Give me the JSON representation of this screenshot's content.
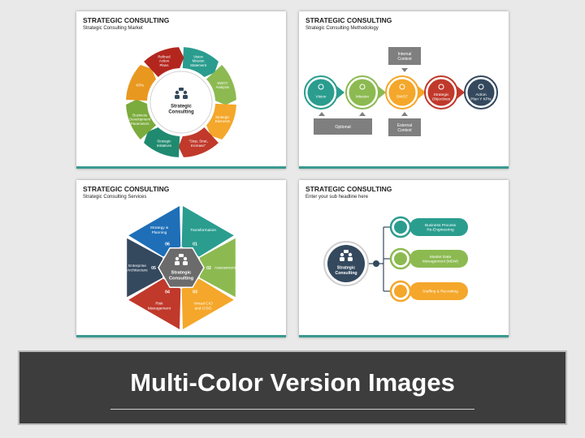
{
  "slides": [
    {
      "title": "STRATEGIC CONSULTING",
      "subtitle": "Strategic Consulting Market",
      "center_label": [
        "Strategic",
        "Consulting"
      ],
      "segments": [
        {
          "label": [
            "Vision",
            "Mission",
            "Statement"
          ],
          "color": "#2a9d8f"
        },
        {
          "label": [
            "SWOT",
            "Analysis"
          ],
          "color": "#8cba51"
        },
        {
          "label": [
            "Strategic",
            "Elements"
          ],
          "color": "#f4a72a"
        },
        {
          "label": [
            "\"Stop, Strat,",
            "Increase\""
          ],
          "color": "#c0392b"
        },
        {
          "label": [
            "Strategic",
            "Initiatives"
          ],
          "color": "#1f8a70"
        },
        {
          "label": [
            "Business",
            "Development",
            "Parameters"
          ],
          "color": "#7bab3c"
        },
        {
          "label": [
            "KPIs"
          ],
          "color": "#e9981f"
        },
        {
          "label": [
            "Refined",
            "Action",
            "Plans"
          ],
          "color": "#b3261e"
        }
      ]
    },
    {
      "title": "STRATEGIC CONSULTING",
      "subtitle": "Strategic Consulting Methodology",
      "steps": [
        {
          "label": [
            "Vision"
          ],
          "color": "#2a9d8f"
        },
        {
          "label": [
            "Mission"
          ],
          "color": "#8cba51"
        },
        {
          "label": [
            "SWOT"
          ],
          "color": "#f4a72a"
        },
        {
          "label": [
            "Strategic",
            "Objectives"
          ],
          "color": "#c0392b"
        },
        {
          "label": [
            "Action",
            "Plan Y KPIs"
          ],
          "color": "#34495e"
        }
      ],
      "boxes": {
        "internal": [
          "Internal",
          "Context"
        ],
        "optional": [
          "Optional"
        ],
        "external": [
          "External",
          "Context"
        ]
      }
    },
    {
      "title": "STRATEGIC CONSULTING",
      "subtitle": "Strategic Consulting Services",
      "center_label": [
        "Strategic",
        "Consulting"
      ],
      "segments": [
        {
          "label": [
            "Transformation"
          ],
          "num": "01",
          "color": "#2a9d8f"
        },
        {
          "label": [
            "Assessment"
          ],
          "num": "02",
          "color": "#8cba51"
        },
        {
          "label": [
            "Virtual CIO",
            "and CISO"
          ],
          "num": "03",
          "color": "#f4a72a"
        },
        {
          "label": [
            "Risk",
            "Management"
          ],
          "num": "04",
          "color": "#c0392b"
        },
        {
          "label": [
            "Enterprise",
            "Architecture"
          ],
          "num": "05",
          "color": "#34495e"
        },
        {
          "label": [
            "Strategy &",
            "Planning"
          ],
          "num": "06",
          "color": "#1e6fb8"
        }
      ]
    },
    {
      "title": "STRATEGIC CONSULTING",
      "subtitle": "Enter your sub headline here",
      "center_label": [
        "Strategic",
        "Consulting"
      ],
      "items": [
        {
          "label": [
            "Business Process",
            "Re-Engineering"
          ],
          "color": "#2a9d8f"
        },
        {
          "label": [
            "Master Data",
            "Management (MDM)"
          ],
          "color": "#8cba51"
        },
        {
          "label": [
            "Staffing & Recruiting"
          ],
          "color": "#f4a72a"
        }
      ]
    }
  ],
  "banner": {
    "title": "Multi-Color Version Images"
  }
}
